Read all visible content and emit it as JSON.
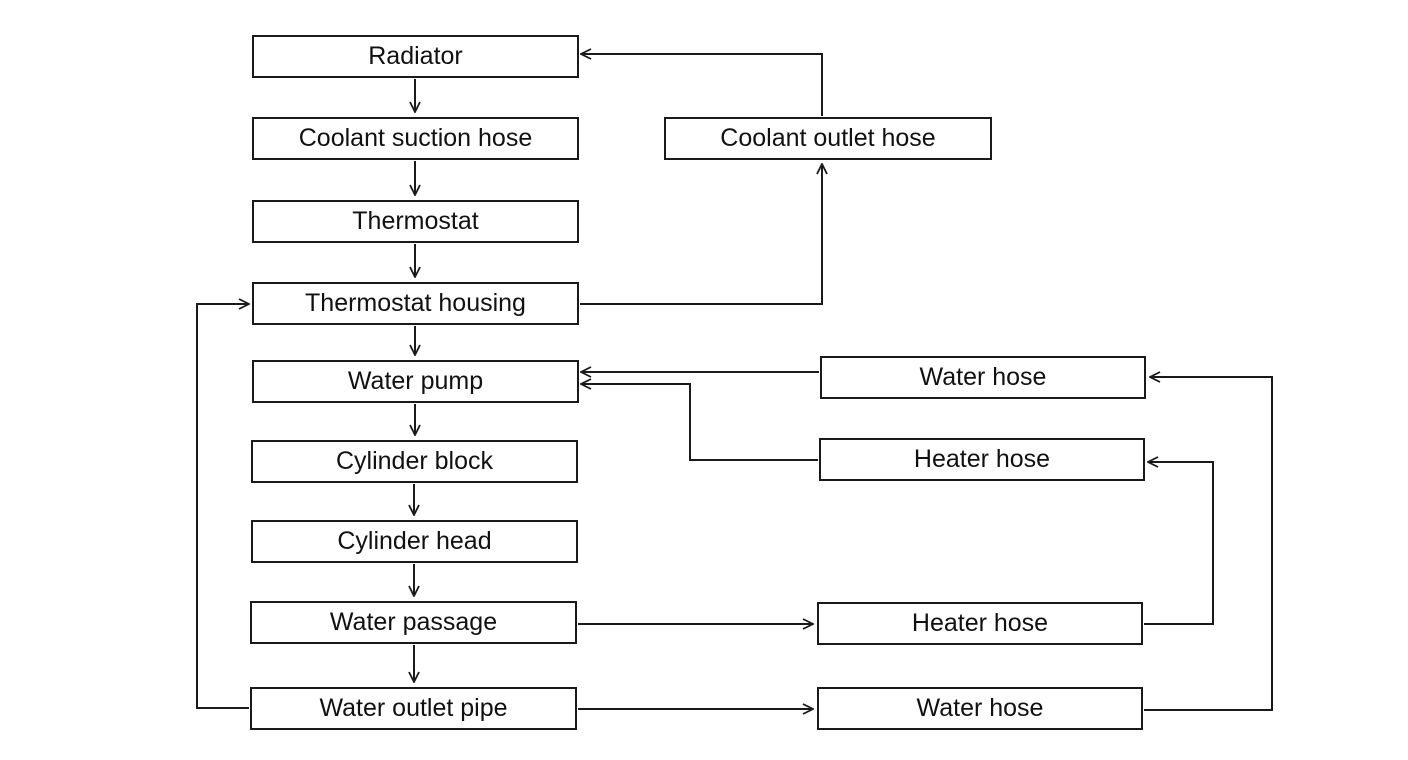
{
  "nodes": {
    "radiator": "Radiator",
    "coolant_suction_hose": "Coolant suction hose",
    "thermostat": "Thermostat",
    "thermostat_housing": "Thermostat housing",
    "water_pump": "Water pump",
    "cylinder_block": "Cylinder block",
    "cylinder_head": "Cylinder head",
    "water_passage": "Water passage",
    "water_outlet_pipe": "Water outlet pipe",
    "coolant_outlet_hose": "Coolant outlet hose",
    "water_hose_top": "Water hose",
    "heater_hose_top": "Heater hose",
    "heater_hose_bottom": "Heater hose",
    "water_hose_bottom": "Water hose"
  },
  "edges": [
    {
      "from": "radiator",
      "to": "coolant_suction_hose"
    },
    {
      "from": "coolant_suction_hose",
      "to": "thermostat"
    },
    {
      "from": "thermostat",
      "to": "thermostat_housing"
    },
    {
      "from": "thermostat_housing",
      "to": "water_pump"
    },
    {
      "from": "water_pump",
      "to": "cylinder_block"
    },
    {
      "from": "cylinder_block",
      "to": "cylinder_head"
    },
    {
      "from": "cylinder_head",
      "to": "water_passage"
    },
    {
      "from": "water_passage",
      "to": "water_outlet_pipe"
    },
    {
      "from": "thermostat_housing",
      "to": "coolant_outlet_hose"
    },
    {
      "from": "coolant_outlet_hose",
      "to": "radiator"
    },
    {
      "from": "water_outlet_pipe",
      "to": "thermostat_housing"
    },
    {
      "from": "water_passage",
      "to": "heater_hose_bottom"
    },
    {
      "from": "heater_hose_bottom",
      "to": "heater_hose_top"
    },
    {
      "from": "heater_hose_top",
      "to": "water_pump"
    },
    {
      "from": "water_outlet_pipe",
      "to": "water_hose_bottom"
    },
    {
      "from": "water_hose_bottom",
      "to": "water_hose_top"
    },
    {
      "from": "water_hose_top",
      "to": "water_pump"
    }
  ],
  "colors": {
    "line": "#1a1a1a",
    "box_border": "#1a1a1a",
    "text": "#111111",
    "background": "#ffffff"
  }
}
